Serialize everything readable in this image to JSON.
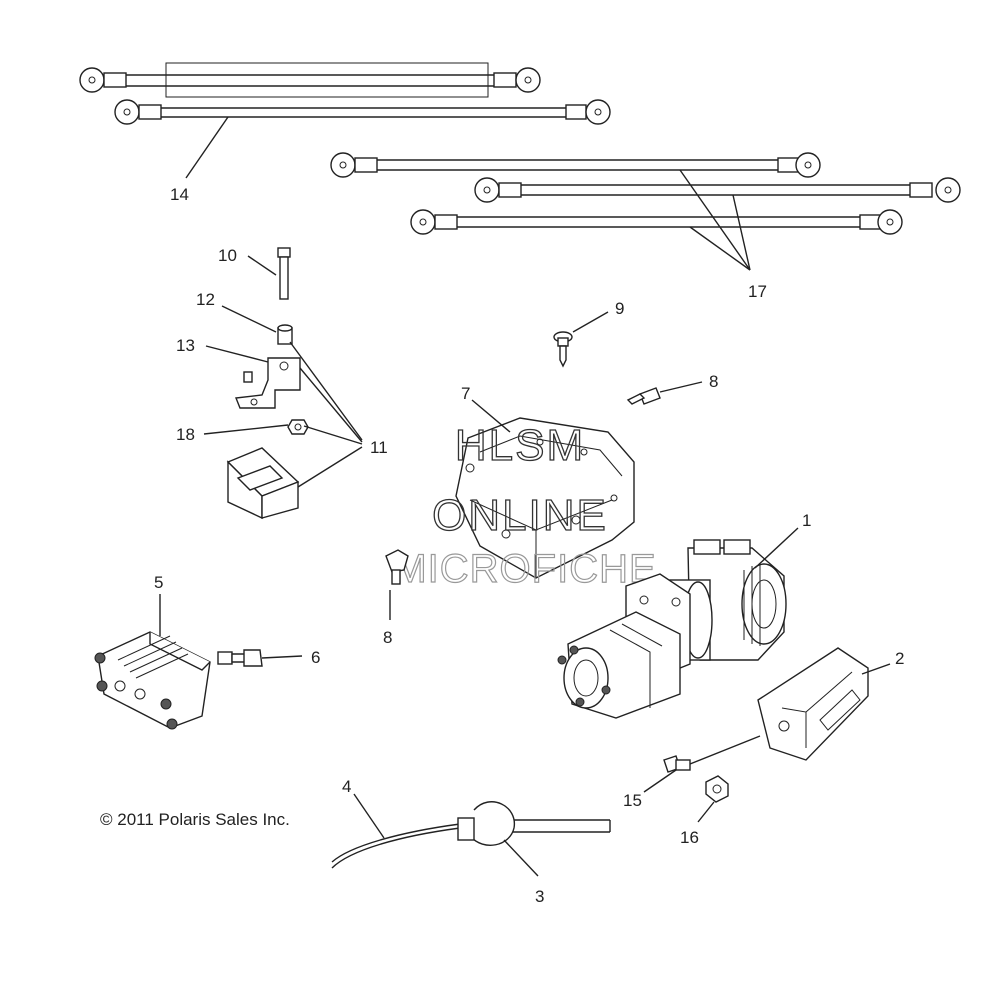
{
  "callouts": {
    "c1": "1",
    "c2": "2",
    "c3": "3",
    "c4": "4",
    "c5": "5",
    "c6": "6",
    "c7": "7",
    "c8a": "8",
    "c8b": "8",
    "c9": "9",
    "c10": "10",
    "c11": "11",
    "c12": "12",
    "c13": "13",
    "c14": "14",
    "c15": "15",
    "c16": "16",
    "c17": "17",
    "c18": "18"
  },
  "watermark": {
    "line1": "HLSM",
    "line2": "ONLINE",
    "line3": "MICROFICHE"
  },
  "copyright": "© 2011 Polaris Sales Inc."
}
